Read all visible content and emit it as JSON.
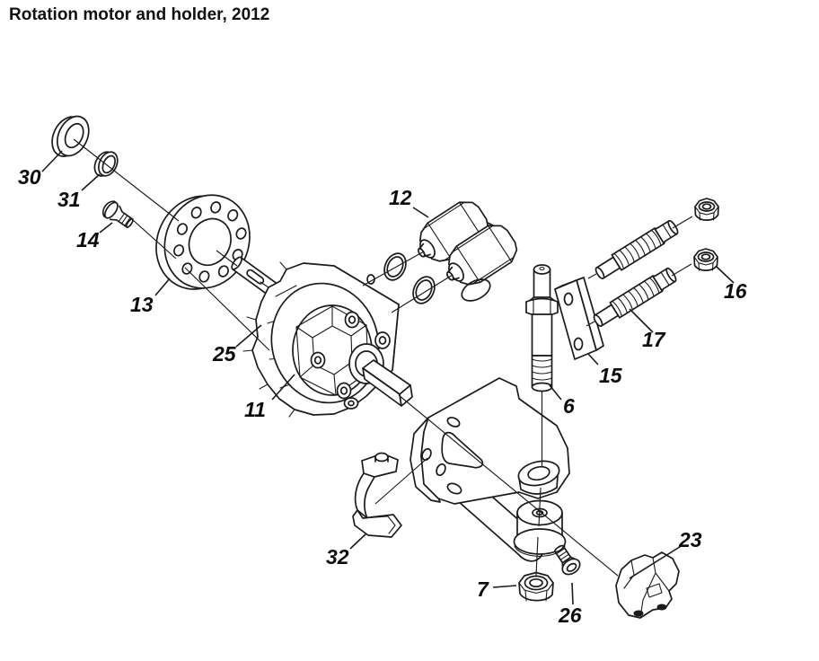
{
  "page": {
    "title": "Rotation motor and holder, 2012",
    "background_color": "#ffffff",
    "line_color": "#1b1b1b",
    "text_color": "#0d0d0d"
  },
  "diagram": {
    "kind": "exploded-parts-drawing",
    "parts": [
      {
        "number": "30",
        "name": "washer"
      },
      {
        "number": "31",
        "name": "sealing-ring"
      },
      {
        "number": "14",
        "name": "countersunk-screw"
      },
      {
        "number": "13",
        "name": "flange-disc"
      },
      {
        "number": "25",
        "name": "drive-shaft"
      },
      {
        "number": "11",
        "name": "rotation-motor"
      },
      {
        "number": "12",
        "name": "valve-block"
      },
      {
        "number": "6",
        "name": "stud-bolt"
      },
      {
        "number": "15",
        "name": "spacer-plate"
      },
      {
        "number": "17",
        "name": "threaded-stud"
      },
      {
        "number": "16",
        "name": "hex-nut-small"
      },
      {
        "number": "32",
        "name": "clamp-hook"
      },
      {
        "number": "7",
        "name": "hex-nut-large"
      },
      {
        "number": "26",
        "name": "countersunk-screw-small"
      },
      {
        "number": "23",
        "name": "stop-block"
      }
    ]
  }
}
